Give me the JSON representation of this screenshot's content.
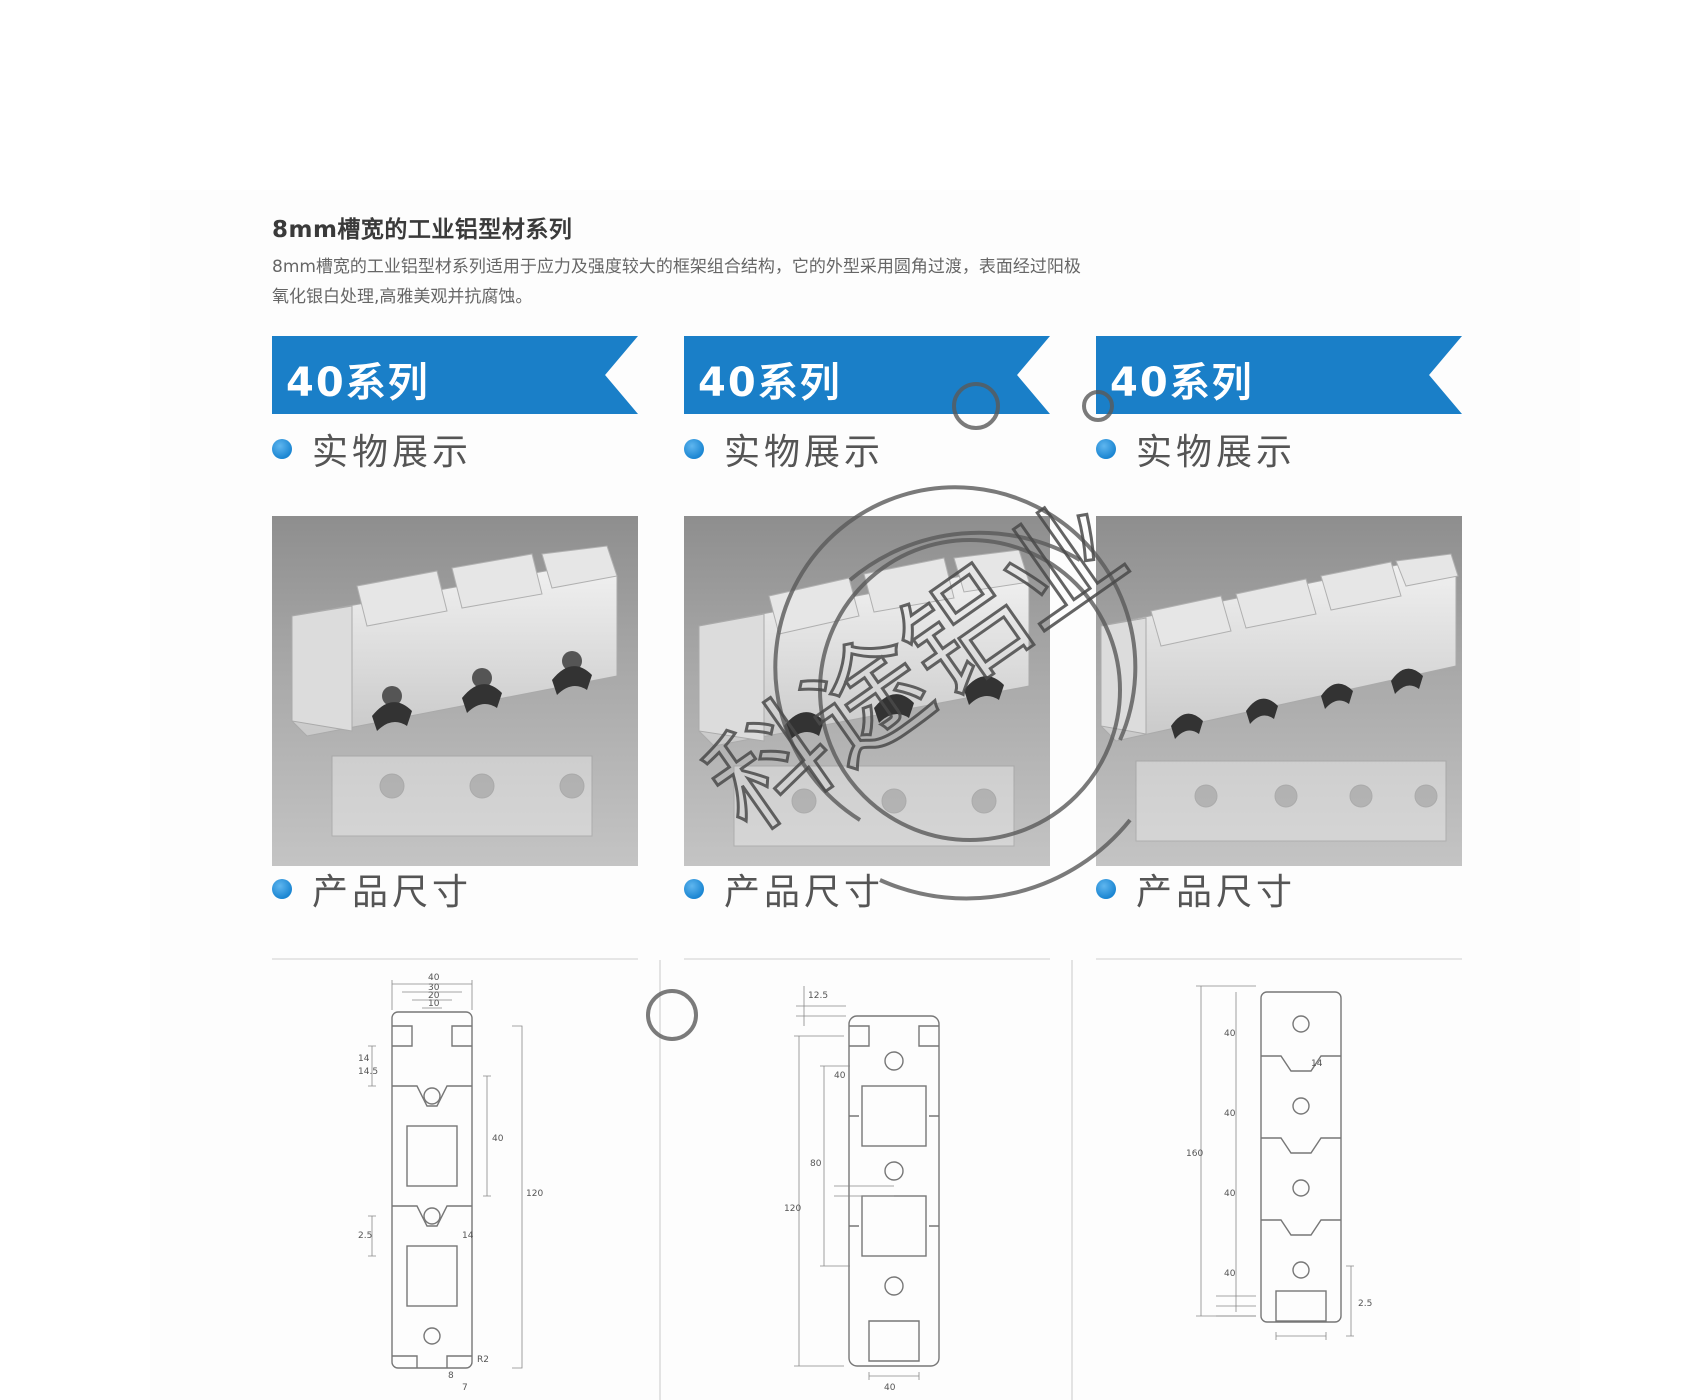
{
  "heading": "8mm槽宽的工业铝型材系列",
  "intro_line1": "8mm槽宽的工业铝型材系列适用于应力及强度较大的框架组合结构，它的外型采用圆角过渡，表面经过阳极",
  "intro_line2": "氧化银白处理,高雅美观并抗腐蚀。",
  "columns": [
    {
      "banner": "40系列",
      "photo_label": "实物展示",
      "size_label": "产品尺寸"
    },
    {
      "banner": "40系列",
      "photo_label": "实物展示",
      "size_label": "产品尺寸"
    },
    {
      "banner": "40系列",
      "photo_label": "实物展示",
      "size_label": "产品尺寸"
    }
  ],
  "drawing1_dims": [
    "40",
    "30",
    "20",
    "10",
    "14",
    "14.5",
    "120",
    "40",
    "2.5",
    "14",
    "R2",
    "8",
    "7"
  ],
  "drawing2_dims": [
    "12.5",
    "40",
    "120",
    "80",
    "40"
  ],
  "drawing3_dims": [
    "160",
    "40",
    "40",
    "40",
    "40",
    "14",
    "2.5"
  ],
  "watermark": "科途铝业",
  "colors": {
    "banner": "#1a7fc8",
    "dot": "#1b86d2"
  }
}
